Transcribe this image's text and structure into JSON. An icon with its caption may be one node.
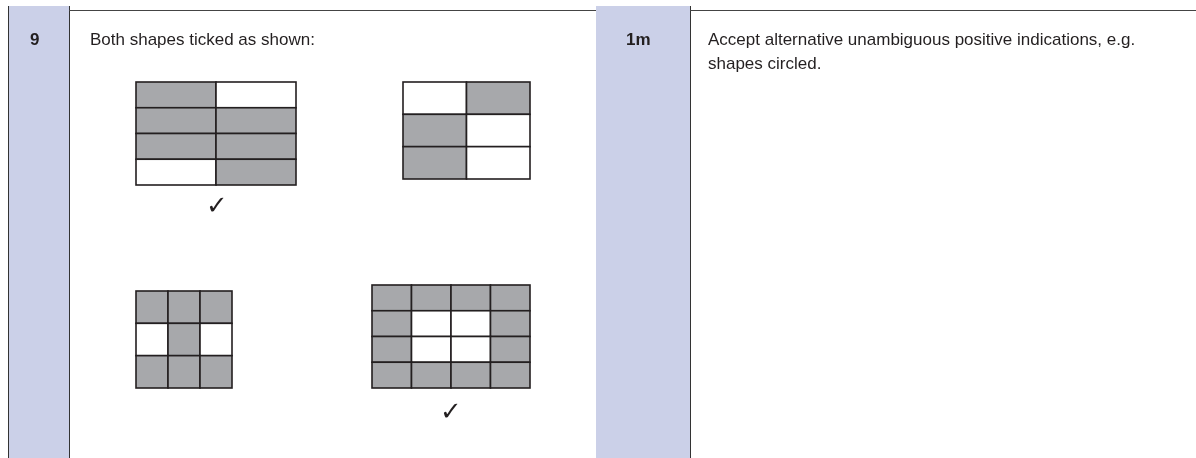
{
  "diagram": {
    "labels": [
      "9",
      "Both shapes ticked as shown:",
      "✓",
      "✓",
      "1m",
      "Accept alternative unambiguous positive indications, e.g. shapes circled."
    ]
  }
}
